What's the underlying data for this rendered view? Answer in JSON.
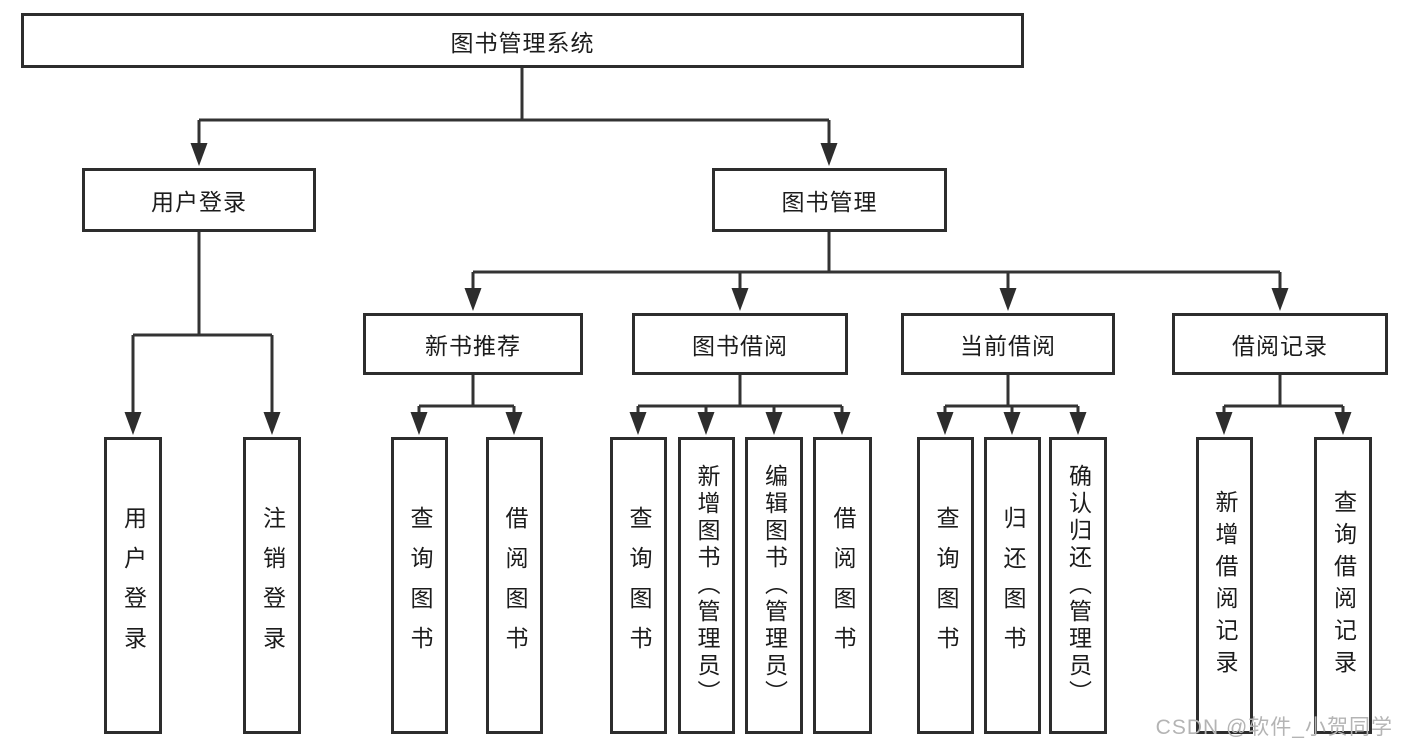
{
  "diagram": {
    "type": "tree",
    "root": {
      "label": "图书管理系统"
    },
    "level2": [
      {
        "label": "用户登录",
        "children": [
          {
            "label": "用户登录"
          },
          {
            "label": "注销登录"
          }
        ]
      },
      {
        "label": "图书管理",
        "children": [
          {
            "label": "新书推荐",
            "children": [
              {
                "label": "查询图书"
              },
              {
                "label": "借阅图书"
              }
            ]
          },
          {
            "label": "图书借阅",
            "children": [
              {
                "label": "查询图书"
              },
              {
                "label": "新增图书（管理员）"
              },
              {
                "label": "编辑图书（管理员）"
              },
              {
                "label": "借阅图书"
              }
            ]
          },
          {
            "label": "当前借阅",
            "children": [
              {
                "label": "查询图书"
              },
              {
                "label": "归还图书"
              },
              {
                "label": "确认归还（管理员）"
              }
            ]
          },
          {
            "label": "借阅记录",
            "children": [
              {
                "label": "新增借阅记录"
              },
              {
                "label": "查询借阅记录"
              }
            ]
          }
        ]
      }
    ]
  },
  "watermark": "CSDN @软件_小贺同学",
  "colors": {
    "line": "#333333",
    "box_border": "#2d2d2d",
    "text": "#1c1c1c",
    "watermark": "#b4b4b4",
    "background": "#ffffff"
  }
}
